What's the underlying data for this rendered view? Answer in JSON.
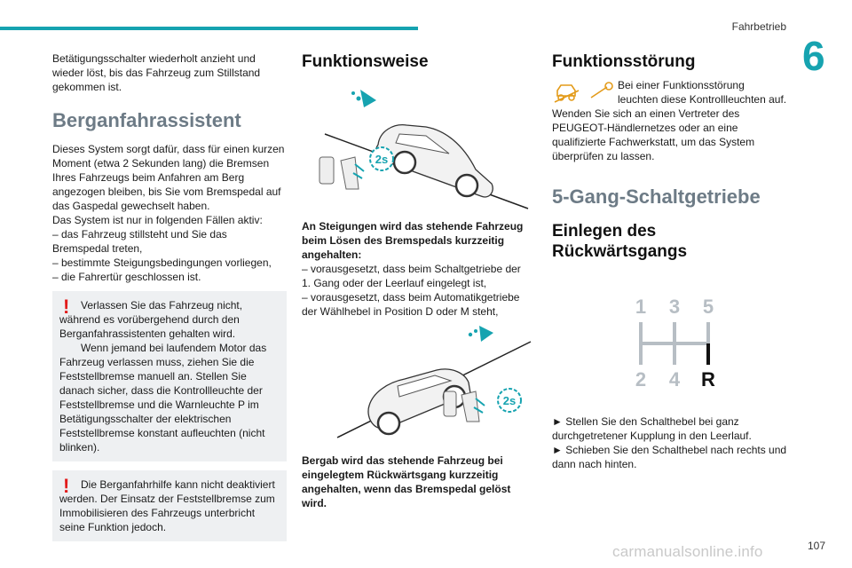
{
  "header": {
    "chapter_title": "Fahrbetrieb",
    "chapter_number": "6"
  },
  "footer": {
    "page_number": "107",
    "watermark": "carmanualsonline.info"
  },
  "col1": {
    "intro": "Betätigungsschalter wiederholt anzieht und wieder löst, bis das Fahrzeug zum Stillstand gekommen ist.",
    "heading": "Berganfahrassistent",
    "body": [
      "Dieses System sorgt dafür, dass für einen kurzen Moment (etwa 2 Sekunden lang) die Bremsen Ihres Fahrzeugs beim Anfahren am Berg angezogen bleiben, bis Sie vom Bremspedal auf das Gaspedal gewechselt haben.",
      "Das System ist nur in folgenden Fällen aktiv:",
      "–  das Fahrzeug stillsteht und Sie das Bremspedal treten,",
      "–  bestimmte Steigungsbedingungen vorliegen,",
      "–  die Fahrertür geschlossen ist."
    ],
    "warning1": [
      "Verlassen Sie das Fahrzeug nicht, während es vorübergehend durch den Berganfahrassistenten gehalten wird.",
      "Wenn jemand bei laufendem Motor das Fahrzeug verlassen muss, ziehen Sie die Feststellbremse manuell an. Stellen Sie danach sicher, dass die Kontrollleuchte der Feststellbremse und die Warnleuchte P im Betätigungsschalter der elektrischen Feststellbremse konstant aufleuchten (nicht blinken)."
    ],
    "warning2": "Die Berganfahrhilfe kann nicht deaktiviert werden. Der Einsatz der Feststellbremse zum Immobilisieren des Fahrzeugs unterbricht seine Funktion jedoch."
  },
  "col2": {
    "heading": "Funktionsweise",
    "badge": "2s",
    "caption1_bold": "An Steigungen wird das stehende Fahrzeug beim Lösen des Bremspedals kurzzeitig angehalten:",
    "caption1_items": [
      "–  vorausgesetzt, dass beim Schaltgetriebe der 1. Gang oder der Leerlauf eingelegt ist,",
      "–  vorausgesetzt, dass beim Automatikgetriebe der Wählhebel in Position D oder M steht,"
    ],
    "caption2_bold": "Bergab wird das stehende Fahrzeug bei eingelegtem Rückwärtsgang kurzzeitig angehalten, wenn das Bremspedal gelöst wird."
  },
  "col3": {
    "heading1": "Funktionsstörung",
    "fault_text": "Bei einer Funktionsstörung leuchten diese Kontrollleuchten auf.",
    "fault_text2": "Wenden Sie sich an einen Vertreter des PEUGEOT-Händlernetzes oder an eine qualifizierte Fachwerkstatt, um das System überprüfen zu lassen.",
    "heading2": "5-Gang-Schaltgetriebe",
    "heading3": "Einlegen des Rückwärtsgangs",
    "gear_top": [
      "1",
      "3",
      "5"
    ],
    "gear_bottom": [
      "2",
      "4",
      "R"
    ],
    "steps": [
      "►  Stellen Sie den Schalthebel bei ganz durchgetretener Kupplung in den Leerlauf.",
      "►  Schieben Sie den Schalthebel nach rechts und dann nach hinten."
    ]
  }
}
